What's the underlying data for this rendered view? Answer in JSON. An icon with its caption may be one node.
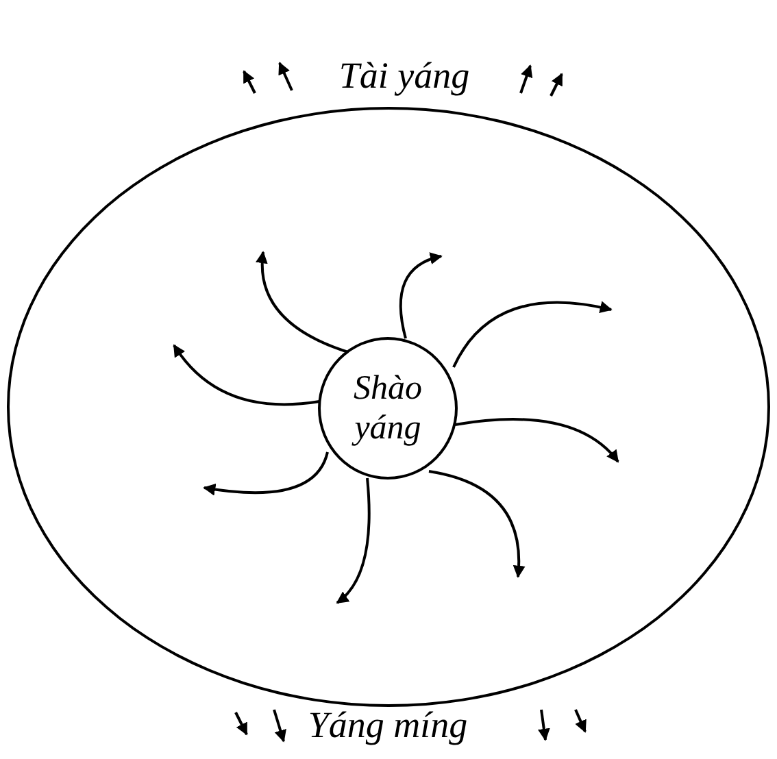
{
  "diagram": {
    "nodes": [
      {
        "text": [],
        "shape": "ellipse"
      },
      {
        "text": [
          "Shào yáng"
        ],
        "in": 0
      }
    ],
    "edges": [
      {
        "from": 1,
        "to": null,
        "arrow": "to"
      },
      {
        "from": 1,
        "to": null,
        "arrow": "to"
      },
      {
        "from": 1,
        "to": null,
        "arrow": "to"
      },
      {
        "from": 1,
        "to": null,
        "arrow": "to"
      },
      {
        "from": 1,
        "to": null,
        "arrow": "to"
      },
      {
        "from": 1,
        "to": null,
        "arrow": "to"
      },
      {
        "from": 1,
        "to": null,
        "arrow": "to"
      },
      {
        "from": 1,
        "to": null,
        "arrow": "to"
      }
    ],
    "labels": [
      "Tài yáng",
      "Yáng míng"
    ]
  }
}
